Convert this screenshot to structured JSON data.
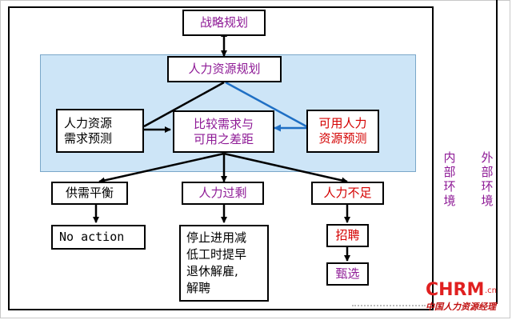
{
  "nodes": {
    "strategic_planning": "战略规划",
    "hr_planning": "人力资源规划",
    "hr_demand_forecast": [
      "人力资源",
      "需求预测"
    ],
    "compare_gap": [
      "比较需求与",
      "可用之差距"
    ],
    "available_hr_forecast": [
      "可用人力",
      "资源预测"
    ],
    "supply_demand_balance": "供需平衡",
    "hr_surplus": "人力过剩",
    "hr_shortage": "人力不足",
    "no_action": "No action",
    "surplus_actions": [
      "停止进用减",
      "低工时提早",
      "退休解雇,",
      "解聘"
    ],
    "recruit": "招聘",
    "select": "甄选"
  },
  "side_labels": {
    "internal_environment": [
      "内",
      "部",
      "环",
      "境"
    ],
    "external_environment": [
      "外",
      "部",
      "环",
      "境"
    ]
  },
  "watermark": {
    "brand": "CHRM",
    "domain": ".cn",
    "tagline": "中国人力资源经理"
  },
  "colors": {
    "purple_text": "#8e1a96",
    "red_text": "#d40000",
    "panel_fill": "#cde5f7",
    "blue_arrow": "#1f6fc4",
    "watermark_red": "#e02020"
  }
}
